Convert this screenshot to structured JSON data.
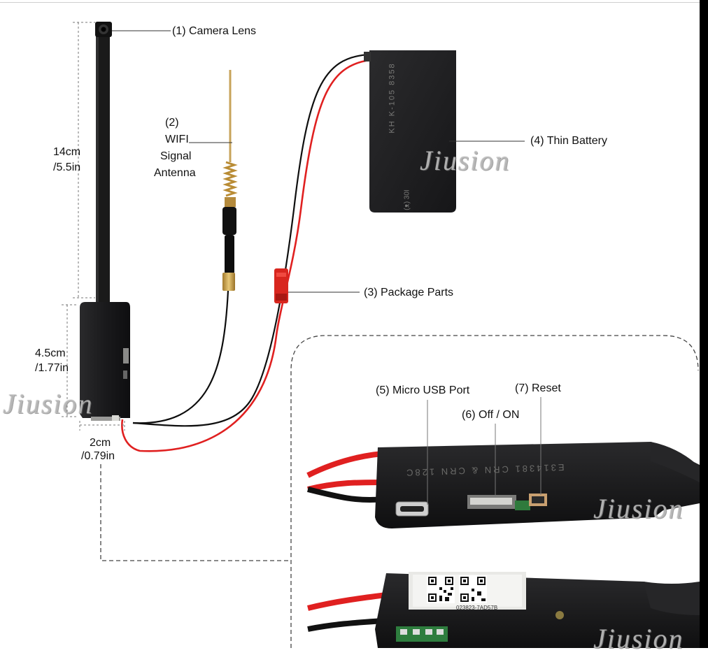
{
  "labels": {
    "camera_lens": "(1) Camera Lens",
    "wifi_num": "(2)",
    "wifi_l1": "WIFI",
    "wifi_l2": "Signal",
    "wifi_l3": "Antenna",
    "thin_battery": "(4) Thin Battery",
    "package_parts": "(3) Package Parts",
    "micro_usb": "(5) Micro USB Port",
    "off_on": "(6) Off / ON",
    "reset": "(7) Reset"
  },
  "dimensions": {
    "length_cm": "14cm",
    "length_in": "/5.5in",
    "module_cm": "4.5cm",
    "module_in": "/1.77in",
    "width_cm": "2cm",
    "width_in": "/0.79in"
  },
  "watermark": "Jiusion",
  "battery_print": {
    "line1": "KH  K-105  8358",
    "line2": "(ᴥ) 30I"
  },
  "board_print": {
    "top": "E314381  CRN  &  CRN  128C",
    "qr_code": "023823-7AD57B"
  },
  "colors": {
    "wire_red": "#e02020",
    "wire_black": "#111111",
    "device_body": "#1c1c1e",
    "connector_red": "#d8261e",
    "gold": "#c9a14a"
  }
}
